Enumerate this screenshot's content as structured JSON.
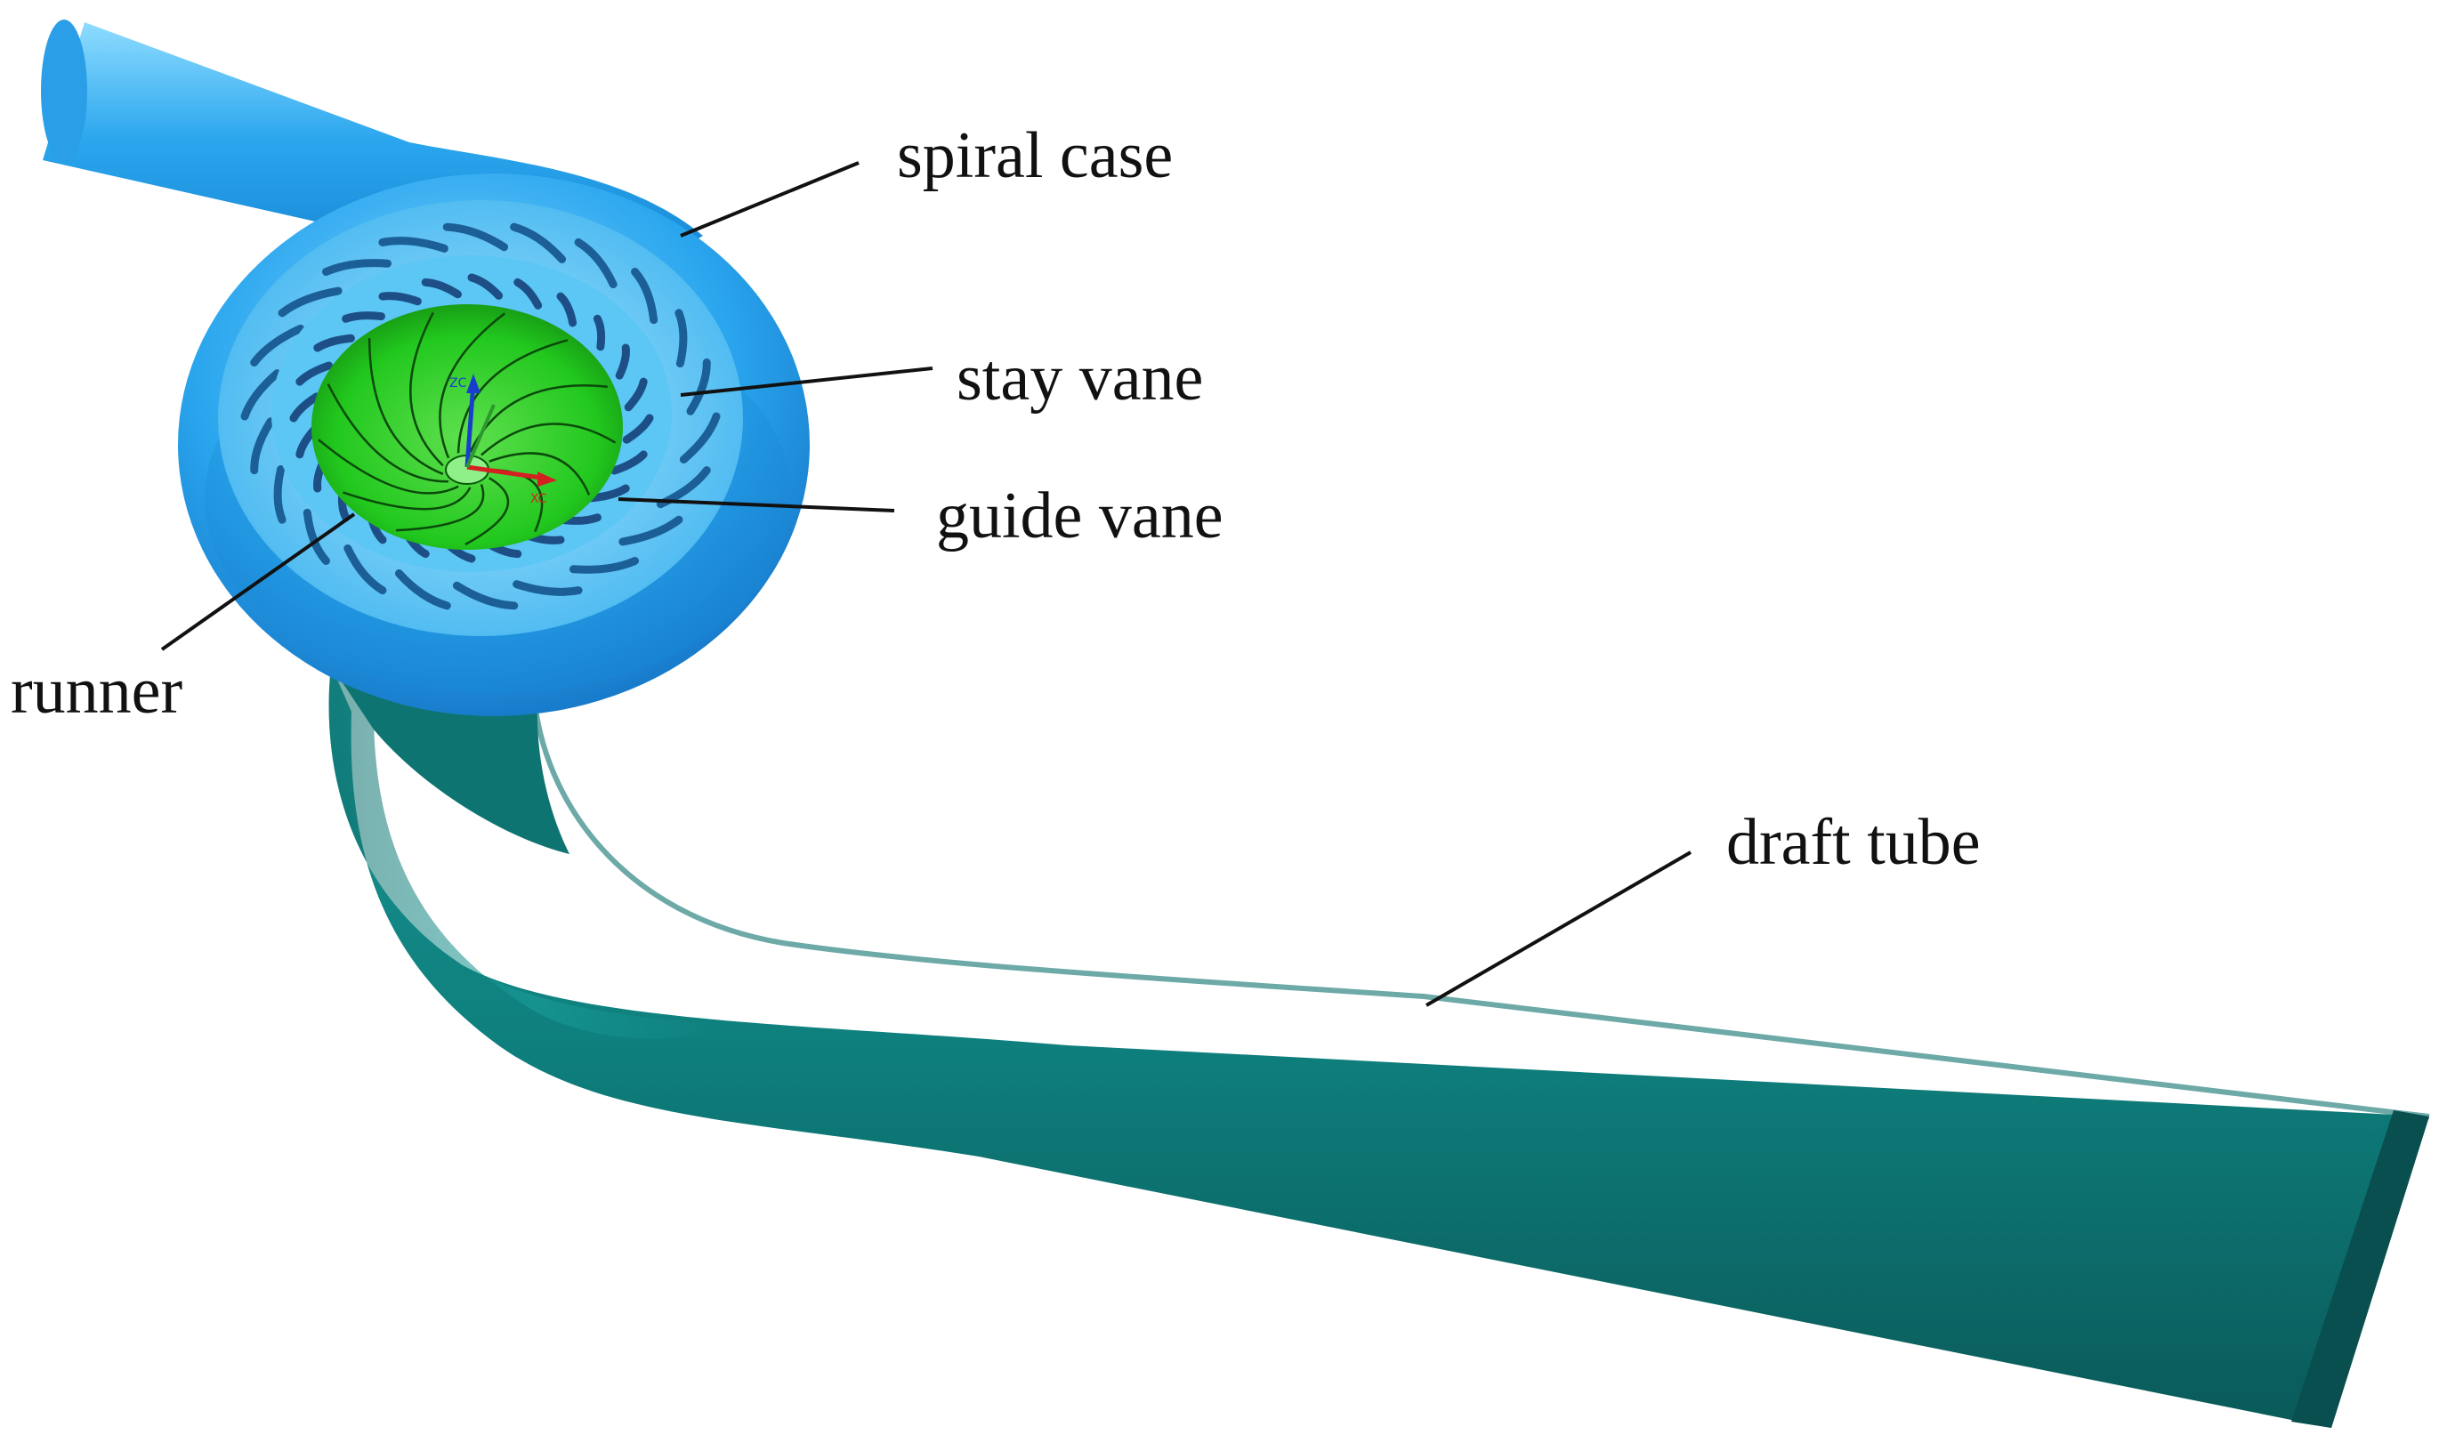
{
  "labels": {
    "spiral_case": "spiral case",
    "stay_vane": "stay vane",
    "guide_vane": "guide vane",
    "runner": "runner",
    "draft_tube": "draft tube"
  },
  "axis_labels": {
    "z": "ZC",
    "x": "XC"
  },
  "colors": {
    "spiral_case": "#2aa6ee",
    "spiral_case_light": "#7fd4ff",
    "runner": "#22c81e",
    "draft_tube": "#0e7f7d",
    "draft_tube_dark": "#0a4f4f",
    "leader_line": "#111111"
  }
}
